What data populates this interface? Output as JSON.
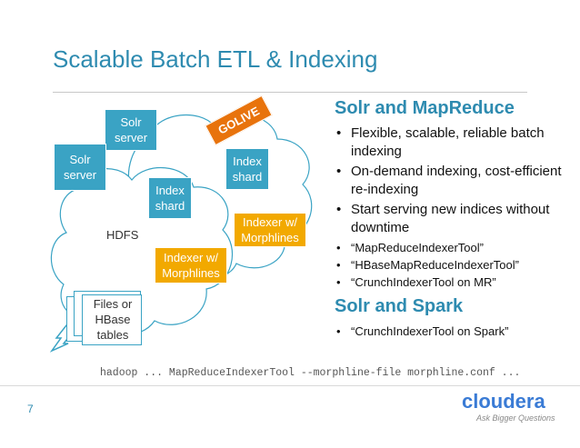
{
  "slide": {
    "title": "Scalable Batch ETL & Indexing",
    "page_number": "7"
  },
  "diagram": {
    "golive_label": "GOLIVE",
    "hdfs_label": "HDFS",
    "solr_server_back": "Solr\nserver",
    "solr_server_front": "Solr\nserver",
    "index_shard_left": "Index\nshard",
    "index_shard_right": "Index\nshard",
    "indexer_right": "Indexer w/\nMorphlines",
    "indexer_left": "Indexer w/\nMorphlines",
    "files_label": "Files or\nHBase\ntables"
  },
  "section1": {
    "heading": "Solr and MapReduce",
    "bullets": [
      "Flexible, scalable, reliable batch indexing",
      "On-demand indexing, cost-efficient re-indexing",
      "Start serving new indices without downtime"
    ],
    "tools": [
      "“MapReduceIndexerTool”",
      "“HBaseMapReduceIndexerTool”",
      "“CrunchIndexerTool on MR”"
    ]
  },
  "section2": {
    "heading": "Solr and Spark",
    "tools": [
      "“CrunchIndexerTool  on Spark”"
    ]
  },
  "command": "hadoop ... MapReduceIndexerTool --morphline-file morphline.conf ...",
  "logo": {
    "word": "cloudera",
    "tagline": "Ask Bigger Questions"
  },
  "colors": {
    "accent": "#2e8bb0",
    "teal_box": "#3aa3c4",
    "orange_box": "#f2a900",
    "golive": "#e8730c"
  }
}
